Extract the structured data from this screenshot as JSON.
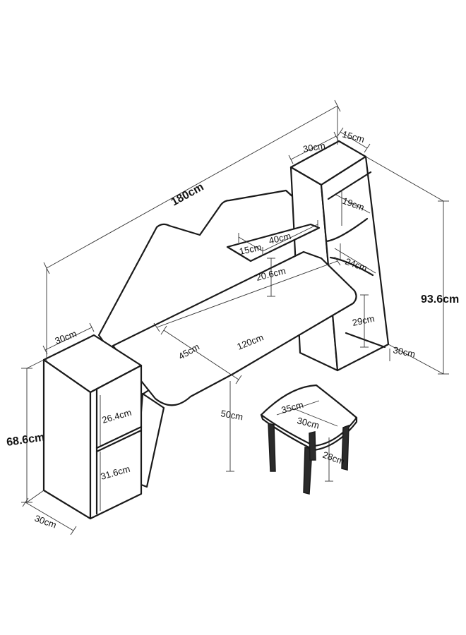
{
  "dimensions": {
    "total_width": "180cm",
    "total_height": "93.6cm",
    "top_shelf_width": "30cm",
    "top_shelf_depth": "15cm",
    "shelf_19": "19cm",
    "shelf_24": "24cm",
    "shelf_29": "29cm",
    "right_base_depth": "30cm",
    "small_shelf_depth": "15cm",
    "small_shelf_width": "40cm",
    "small_shelf_gap": "20.6cm",
    "desk_depth": "45cm",
    "desk_width": "120cm",
    "desk_height": "50cm",
    "left_cabinet_width": "30cm",
    "left_cabinet_depth": "30cm",
    "left_cabinet_height": "68.6cm",
    "left_shelf_upper": "26.4cm",
    "left_shelf_lower": "31.6cm",
    "stool_width": "35cm",
    "stool_depth": "30cm",
    "stool_height": "28cm"
  },
  "colors": {
    "line": "#1a1a1a",
    "dimension_line": "#333333",
    "background": "#ffffff"
  }
}
